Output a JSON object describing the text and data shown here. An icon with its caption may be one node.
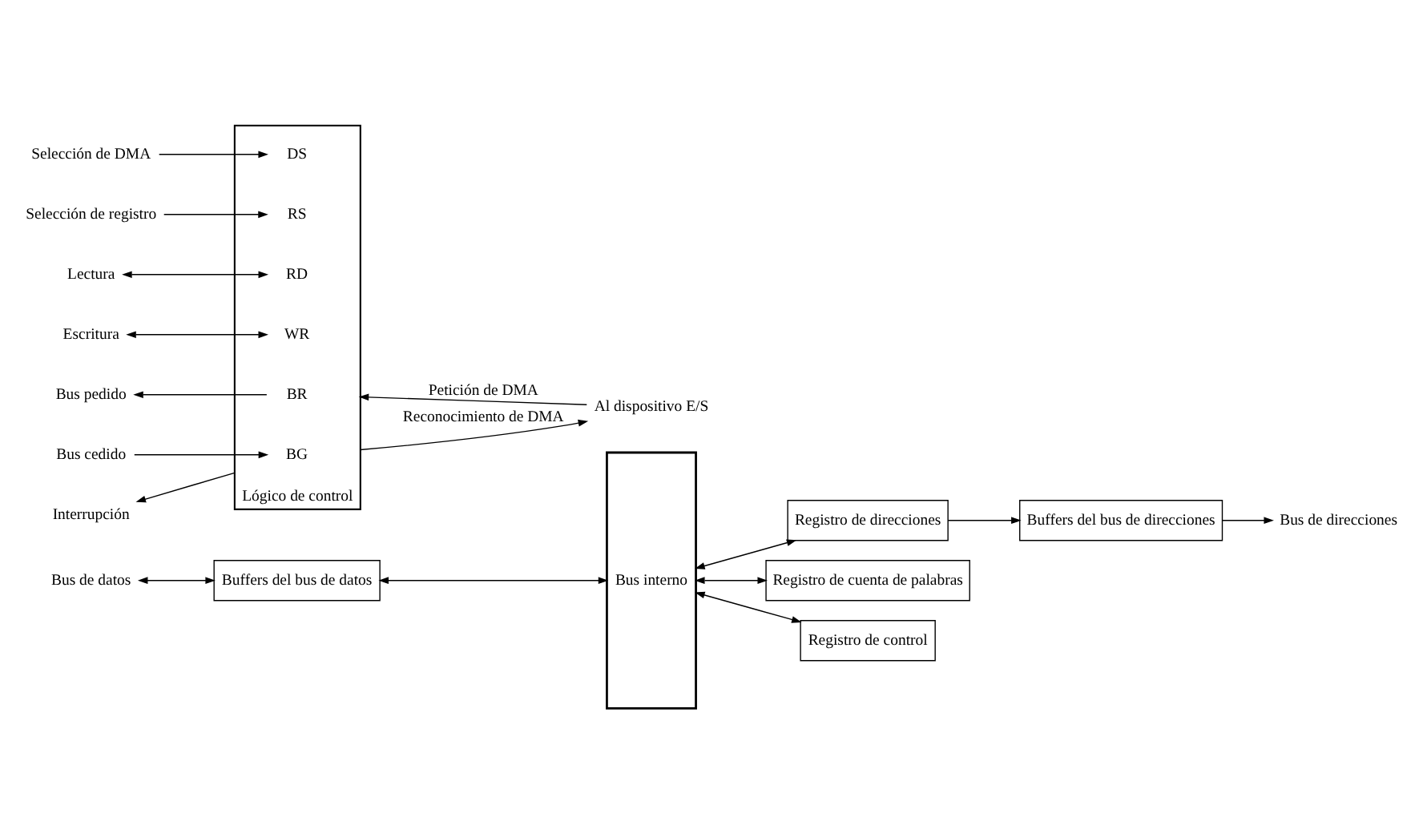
{
  "diagram": {
    "nodes": [
      {
        "text": [
          "Bus de direcciones"
        ]
      },
      {
        "text": [
          "Bus de datos"
        ]
      },
      {
        "text": [
          "Buffers del bus de datos"
        ]
      },
      {
        "text": [
          "Bus interno"
        ]
      },
      {
        "text": [
          "Buffers del bus de direcciones"
        ]
      },
      {
        "text": [
          "Lógico de control"
        ]
      },
      {
        "text": [
          "Registro de direcciones"
        ]
      },
      {
        "text": [
          "Registro de cuenta de palabras"
        ]
      },
      {
        "text": [
          "Registro de control"
        ]
      },
      {
        "text": [
          "Selección de DMA"
        ]
      },
      {
        "text": [
          "DS"
        ],
        "in": 5
      },
      {
        "text": [
          "Selección de registro"
        ]
      },
      {
        "text": [
          "RS"
        ],
        "in": 5
      },
      {
        "text": [
          "Lectura"
        ]
      },
      {
        "text": [
          "RD"
        ],
        "in": 5
      },
      {
        "text": [
          "Escritura"
        ]
      },
      {
        "text": [
          "WR"
        ],
        "in": 5
      },
      {
        "text": [
          "Bus pedido"
        ]
      },
      {
        "text": [
          "BR"
        ],
        "in": 5
      },
      {
        "text": [
          "Bus cedido"
        ]
      },
      {
        "text": [
          "BG"
        ],
        "in": 5
      },
      {
        "text": [
          "Interrupción"
        ]
      },
      {
        "text": [
          "Al dispositivo E/S"
        ]
      }
    ],
    "edges": [
      {
        "from": 4,
        "to": 0,
        "arrow": "to"
      },
      {
        "from": 1,
        "to": 2,
        "arrow": "both"
      },
      {
        "from": 2,
        "to": 3,
        "arrow": "both"
      },
      {
        "from": 6,
        "to": 4,
        "arrow": "to"
      },
      {
        "from": 3,
        "to": 6,
        "arrow": "both"
      },
      {
        "from": 3,
        "to": 7,
        "arrow": "both"
      },
      {
        "from": 3,
        "to": 8,
        "arrow": "both"
      },
      {
        "from": 9,
        "to": 10,
        "arrow": "to"
      },
      {
        "from": 11,
        "to": 12,
        "arrow": "to"
      },
      {
        "from": 13,
        "to": 14,
        "arrow": "both"
      },
      {
        "from": 15,
        "to": 16,
        "arrow": "both"
      },
      {
        "from": 18,
        "to": 17,
        "arrow": "to"
      },
      {
        "from": 19,
        "to": 20,
        "arrow": "to"
      },
      {
        "from": 5,
        "to": 21,
        "arrow": "to"
      },
      {
        "from": 22,
        "to": 5,
        "label": "Petición de DMA",
        "arrow": "to"
      },
      {
        "from": 5,
        "to": 22,
        "label": "Reconocimiento de DMA",
        "arrow": "to"
      }
    ]
  }
}
